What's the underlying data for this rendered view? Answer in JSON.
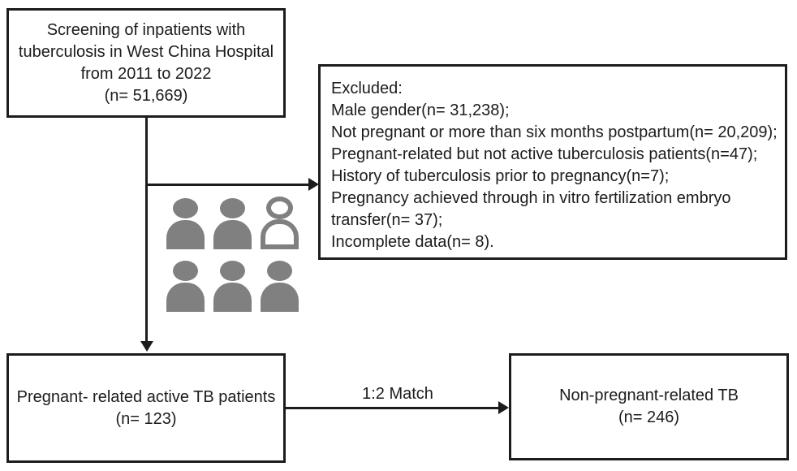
{
  "flowchart": {
    "screening_box": {
      "lines": [
        "Screening of inpatients with",
        "tuberculosis in West China Hospital",
        "from 2011 to 2022",
        "(n= 51,669)"
      ]
    },
    "excluded_box": {
      "lines": [
        "Excluded:",
        "Male gender(n= 31,238);",
        "Not pregnant or more than six months postpartum(n= 20,209);",
        "Pregnant-related but not active tuberculosis patients(n=47);",
        "History of tuberculosis prior to pregnancy(n=7);",
        "Pregnancy achieved through in vitro fertilization embryo transfer(n= 37);",
        "Incomplete data(n= 8)."
      ]
    },
    "pregnant_box": {
      "lines": [
        "Pregnant- related active TB patients",
        "(n= 123)"
      ]
    },
    "nonpregnant_box": {
      "lines": [
        "Non-pregnant-related TB",
        "(n= 246)"
      ]
    },
    "match_arrow_label": "1:2 Match",
    "people_icons": {
      "rows": 2,
      "cols": 3,
      "outlined_position": "row 1, col 3",
      "color": "#808080"
    },
    "colors": {
      "background": "#ffffff",
      "border": "#1c1c1c",
      "text": "#1c1c1c",
      "icon_gray": "#808080"
    }
  }
}
